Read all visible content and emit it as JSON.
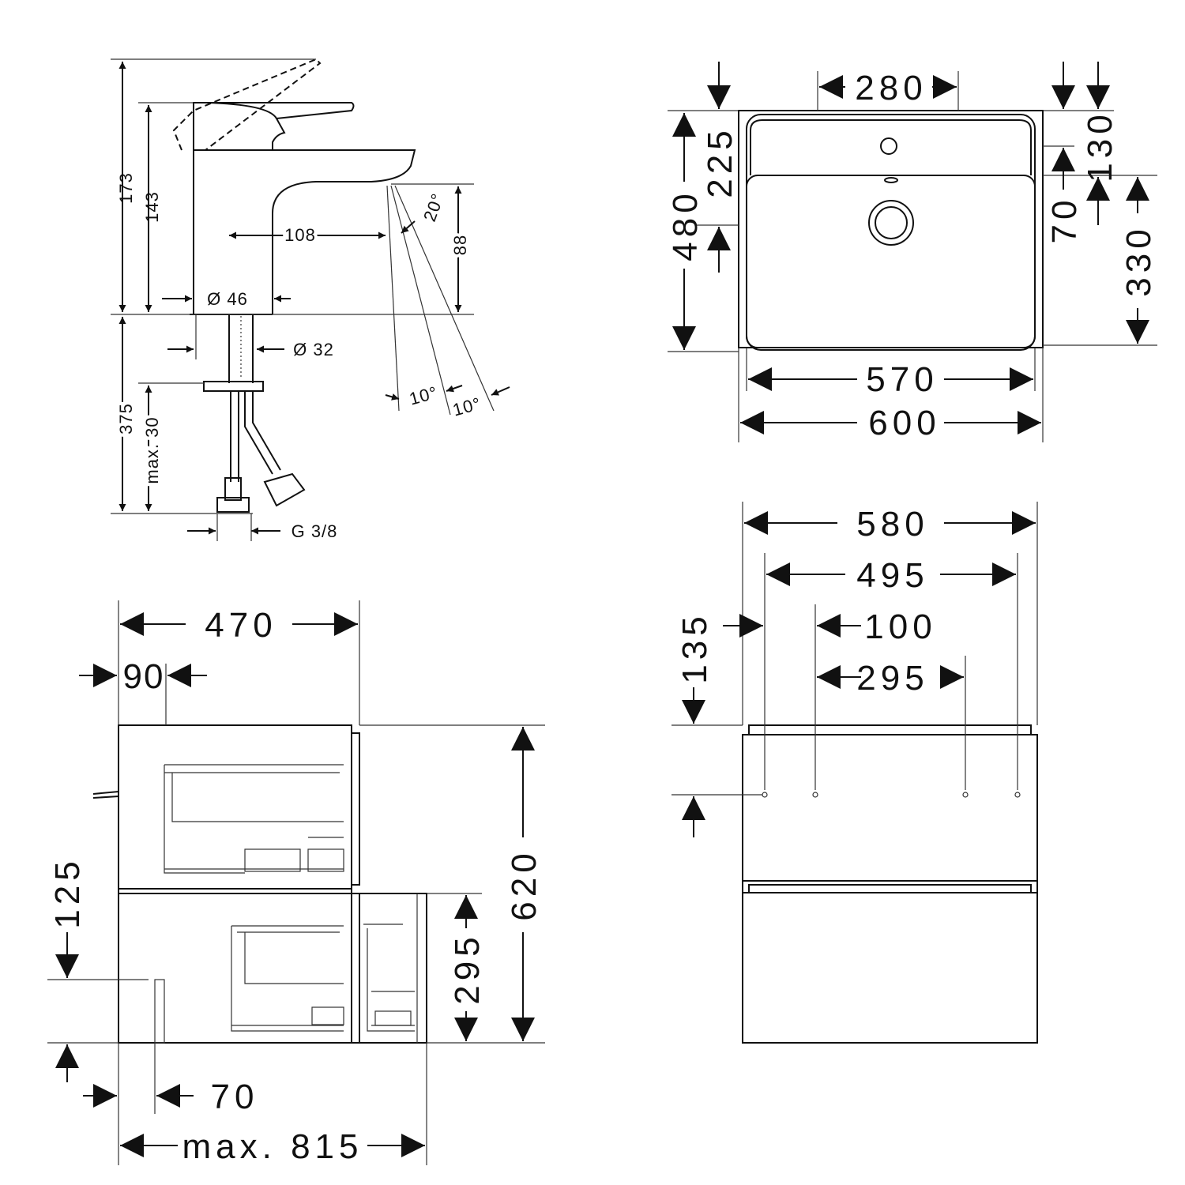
{
  "faucet": {
    "height_total": "173",
    "height_body": "143",
    "spout_reach": "108",
    "spray_angle": "20°",
    "spout_height": "88",
    "body_diameter": "Ø 46",
    "shank_diameter": "Ø 32",
    "shank_length": "375",
    "max_thickness": "max. 30",
    "angle_a": "10°",
    "angle_b": "10°",
    "connection": "G 3/8"
  },
  "basin": {
    "tap_hole_width": "280",
    "depth_front": "225",
    "depth_total": "480",
    "rim_depth": "130",
    "overflow": "70",
    "bowl_depth": "330",
    "inner_width": "570",
    "outer_width": "600"
  },
  "cabinet_side": {
    "depth": "470",
    "offset_top": "90",
    "siphon_height": "125",
    "height": "620",
    "drawer_height": "295",
    "offset_bottom": "70",
    "max_extension": "max. 815"
  },
  "cabinet_front": {
    "width": "580",
    "hole_spacing_outer": "495",
    "hole_offset": "100",
    "hole_spacing_inner": "295",
    "hole_height": "135"
  }
}
